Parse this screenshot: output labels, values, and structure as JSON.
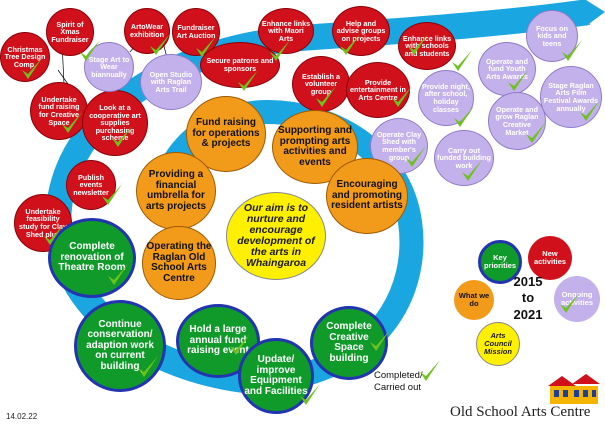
{
  "aim": "Our aim is to nurture and encourage development of the arts in Whaingaroa",
  "red_nodes": {
    "xmas": "Christmas Tree Design Comp.",
    "spirit": "Spirit of Xmas Fundraiser",
    "artowear": "ArtoWear exhibition",
    "art_auction": "Fundraiser Art Auction",
    "maori": "Enhance links with Maori Arts",
    "help_groups": "Help and advise groups on projects",
    "schools": "Enhance links with schools and students",
    "creative_fund": "Undertake fund raising for Creative Space",
    "coop": "Look at a cooperative art supplies purchasing scheme",
    "patrons": "Secure patrons and sponsors",
    "volunteer": "Establish a volunteer group",
    "entertainment": "Provide entertainment in Arts Centre",
    "newsletter": "Publish events newsletter",
    "feasibility": "Undertake feasibility study for Clay Shed plus"
  },
  "purple_nodes": {
    "stage_wear": "Stage Art to Wear biannually",
    "open_studio": "Open Studio with Raglan Arts Trail",
    "night": "Provide night, after school, holiday classes",
    "youth": "Operate and fund Youth Arts Awards",
    "kids": "Focus on kids and teens",
    "clay_shed": "Operate Clay Shed with member's group",
    "building_work": "Carry out funded building work",
    "market": "Operate and grow Raglan Creative Market",
    "film": "Stage Raglan Arts Film Festival Awards annually"
  },
  "orange_nodes": {
    "fundraising": "Fund raising for operations & projects",
    "supporting": "Supporting and prompting arts activities and events",
    "umbrella": "Providing a financial umbrella for arts projects",
    "encouraging": "Encouraging and promoting resident artists",
    "operating": "Operating the Raglan Old School Arts Centre"
  },
  "green_nodes": {
    "theatre": "Complete renovation of Theatre Room",
    "conservation": "Continue conservation/ adaption work on current building",
    "annual_event": "Hold a large annual fund raising event",
    "equipment": "Update/ improve Equipment and Facilities",
    "creative_space": "Complete Creative Space building"
  },
  "legend": {
    "key": "Key priorities",
    "new": "New activities",
    "ongoing": "Ongoing activities",
    "what": "What we do",
    "mission": "Arts Council Mission",
    "years": "2015 to 2021",
    "completed": "Completed/ Carried out"
  },
  "logo_text": "Old School Arts Centre",
  "date": "14.02.22",
  "colors": {
    "red": "#d0101a",
    "purple": "#c3b1ec",
    "orange": "#f29a1a",
    "green": "#0f9a2a",
    "yellow": "#ffef00",
    "spiral": "#1aa6e0",
    "check": "#6fc21e"
  }
}
